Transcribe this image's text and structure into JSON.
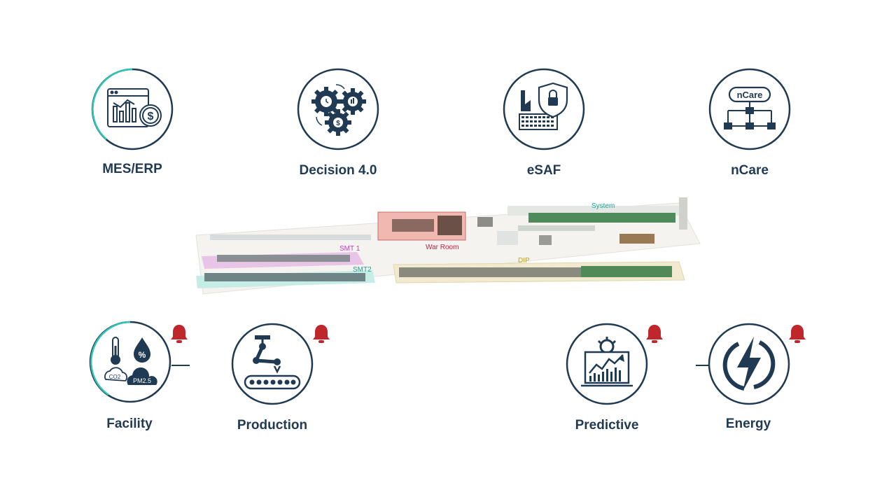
{
  "top_nodes": [
    {
      "name": "MES/ERP",
      "icon": "dashboard-dollar-icon"
    },
    {
      "name": "Decision 4.0",
      "icon": "gears-icon"
    },
    {
      "name": "eSAF",
      "icon": "factory-lock-icon"
    },
    {
      "name": "nCare",
      "icon": "network-icon",
      "icon_text": "nCare"
    }
  ],
  "bottom_nodes": [
    {
      "name": "Facility",
      "icon": "environment-sensors-icon",
      "icon_text": {
        "co2": "CO2",
        "pm": "PM2.5",
        "pct": "%"
      },
      "alert": true
    },
    {
      "name": "Production",
      "icon": "robot-arm-conveyor-icon",
      "alert": true
    },
    {
      "name": "Predictive",
      "icon": "analytics-chart-icon",
      "alert": true
    },
    {
      "name": "Energy",
      "icon": "lightning-icon",
      "alert": true
    }
  ],
  "floor_plan": {
    "zones": {
      "smt1": "SMT 1",
      "smt2": "SMT2",
      "war_room": "War Room",
      "dip": "DIP",
      "system": "System"
    }
  },
  "colors": {
    "navy": "#1f3a52",
    "teal_accent": "#2ec4b6",
    "alert_red": "#c0272d",
    "smt1": "#c23fb5",
    "smt2": "#1aa39a",
    "war_room": "#c02040",
    "dip": "#c8a000",
    "system": "#1aa39a"
  }
}
